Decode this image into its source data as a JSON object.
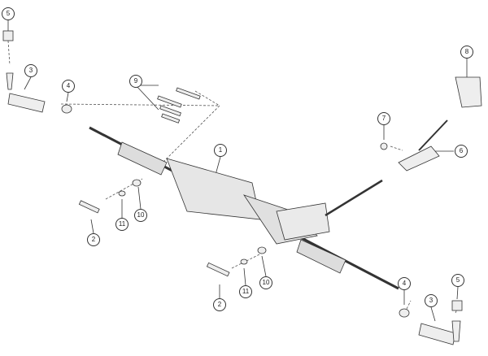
{
  "diagram": {
    "title": "Steering rack exploded view",
    "callouts": [
      {
        "id": "c5a",
        "label": "5"
      },
      {
        "id": "c3a",
        "label": "3"
      },
      {
        "id": "c4a",
        "label": "4"
      },
      {
        "id": "c9",
        "label": "9"
      },
      {
        "id": "c1",
        "label": "1"
      },
      {
        "id": "c8",
        "label": "8"
      },
      {
        "id": "c7",
        "label": "7"
      },
      {
        "id": "c6",
        "label": "6"
      },
      {
        "id": "c2a",
        "label": "2"
      },
      {
        "id": "c11a",
        "label": "11"
      },
      {
        "id": "c10a",
        "label": "10"
      },
      {
        "id": "c2b",
        "label": "2"
      },
      {
        "id": "c11b",
        "label": "11"
      },
      {
        "id": "c10b",
        "label": "10"
      },
      {
        "id": "c4b",
        "label": "4"
      },
      {
        "id": "c5b",
        "label": "5"
      },
      {
        "id": "c3b",
        "label": "3"
      }
    ]
  }
}
